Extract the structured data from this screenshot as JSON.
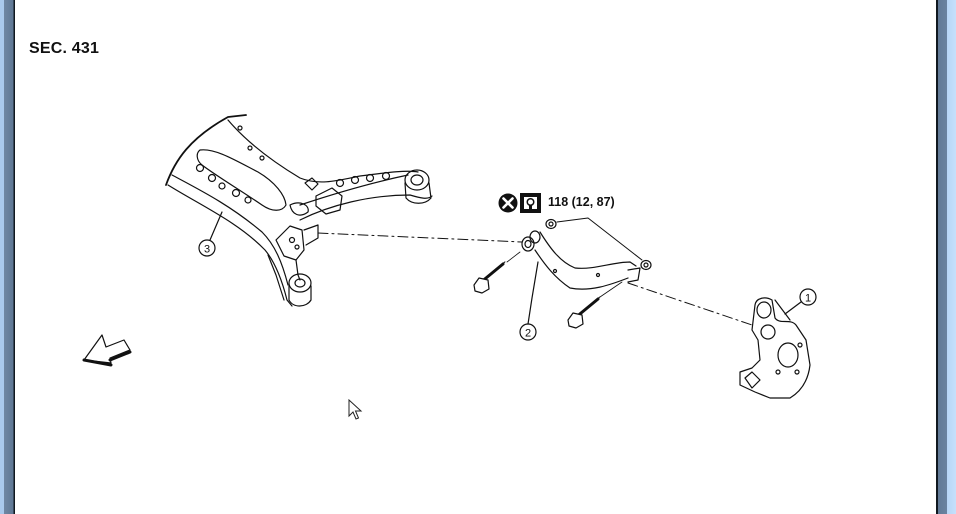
{
  "page": {
    "section_label": "SEC. 431"
  },
  "diagram": {
    "torque_spec": "118 (12, 87)",
    "torque_icons": [
      "do-not-reuse-icon",
      "nut-icon"
    ],
    "callouts": [
      {
        "number": "1",
        "part": "steering-knuckle"
      },
      {
        "number": "2",
        "part": "upper-link-arm"
      },
      {
        "number": "3",
        "part": "rear-suspension-member"
      }
    ],
    "orientation_arrow": "front-direction-arrow"
  },
  "colors": {
    "frame_light": "#a9c9ec",
    "frame_dark": "#5f7895",
    "line": "#111111"
  }
}
